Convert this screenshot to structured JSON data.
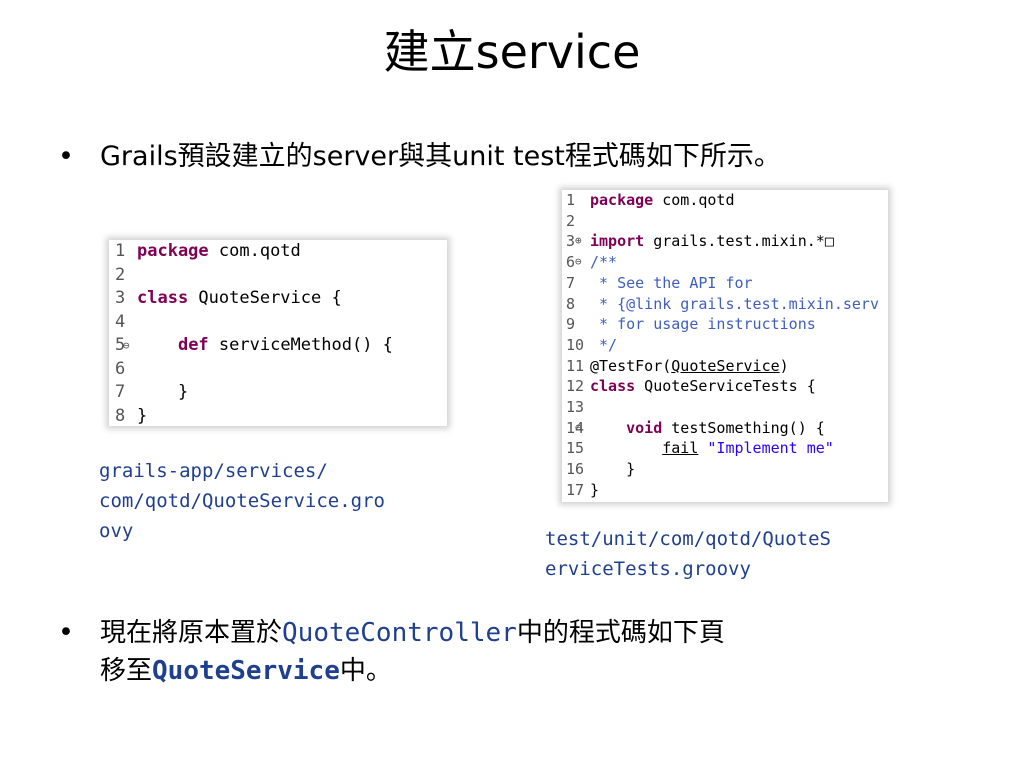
{
  "title": "建立service",
  "bullets": {
    "dot": "•",
    "b1": "Grails預設建立的server與其unit test程式碼如下所示。",
    "b2_pre": "現在將原本置於",
    "b2_code1": "QuoteController",
    "b2_mid": "中的程式碼如下頁",
    "b2_line2_pre": "移至",
    "b2_code2": "QuoteService",
    "b2_line2_post": "中。"
  },
  "code_service": {
    "lines": [
      {
        "n": "1",
        "kw": "package",
        "rest": " com.qotd"
      },
      {
        "n": "2"
      },
      {
        "n": "3",
        "kw": "class",
        "rest": " QuoteService {"
      },
      {
        "n": "4"
      },
      {
        "n": "5",
        "fold": "⊖",
        "indent": "    ",
        "kw": "def",
        "rest": " serviceMethod() {"
      },
      {
        "n": "6"
      },
      {
        "n": "7",
        "rest": "    }"
      },
      {
        "n": "8",
        "rest": "}"
      }
    ]
  },
  "code_test": {
    "lines": [
      {
        "n": "1",
        "kw": "package",
        "rest": " com.qotd"
      },
      {
        "n": "2"
      },
      {
        "n": "3",
        "fold": "⊕",
        "kw": "import",
        "rest": " grails.test.mixin.*",
        "box": "□"
      },
      {
        "n": "6",
        "fold": "⊖",
        "cm": "/**"
      },
      {
        "n": "7",
        "cm": " * See the API for"
      },
      {
        "n": "8",
        "cm": " * {@link grails.test.mixin.serv"
      },
      {
        "n": "9",
        "cm": " * for usage instructions"
      },
      {
        "n": "10",
        "cm": " */"
      },
      {
        "n": "11",
        "rest": "@TestFor(",
        "ul": "QuoteService",
        "rest2": ")"
      },
      {
        "n": "12",
        "kw": "class",
        "rest": " QuoteServiceTests {"
      },
      {
        "n": "13"
      },
      {
        "n": "14",
        "fold": "⊖",
        "indent": "    ",
        "kw": "void",
        "rest": " testSomething() {"
      },
      {
        "n": "15",
        "indent": "        ",
        "ul": "fail",
        "st": " \"Implement me\""
      },
      {
        "n": "16",
        "rest": "    }"
      },
      {
        "n": "17",
        "rest": "}"
      }
    ]
  },
  "captions": {
    "service_path": "grails-app/services/\ncom/qotd/QuoteService.gro\novy",
    "test_path": "test/unit/com/qotd/QuoteS\nerviceTests.groovy"
  }
}
